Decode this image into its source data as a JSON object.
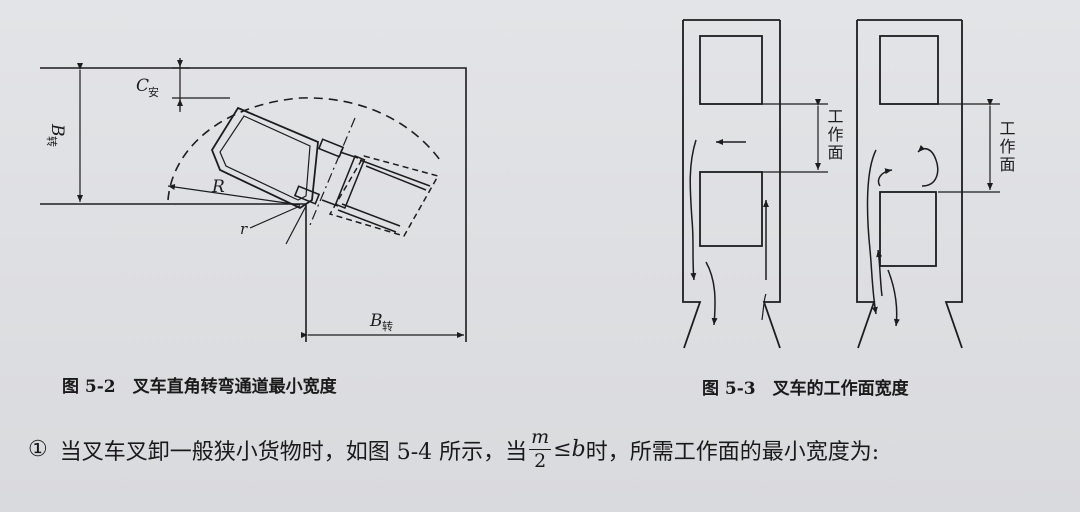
{
  "figure_left": {
    "caption": "图 5-2　叉车直角转弯通道最小宽度",
    "labels": {
      "c_main": "C",
      "c_sub": "安",
      "b_top_main": "B",
      "b_top_sub": "转",
      "b_bottom_main": "B",
      "b_bottom_sub": "转",
      "radius_outer": "R",
      "radius_inner": "r"
    }
  },
  "figure_right": {
    "caption": "图 5-3　叉车的工作面宽度",
    "label_left_panel": "工作面",
    "label_right_panel": "工作面"
  },
  "body_text": {
    "circle_number": "①",
    "text_before": "当叉车叉卸一般狭小货物时，如图 5-4 所示，当",
    "frac_num": "m",
    "frac_den": "2",
    "relation": "≤",
    "var_b": "b",
    "text_after": " 时，所需工作面的最小宽度为:"
  }
}
